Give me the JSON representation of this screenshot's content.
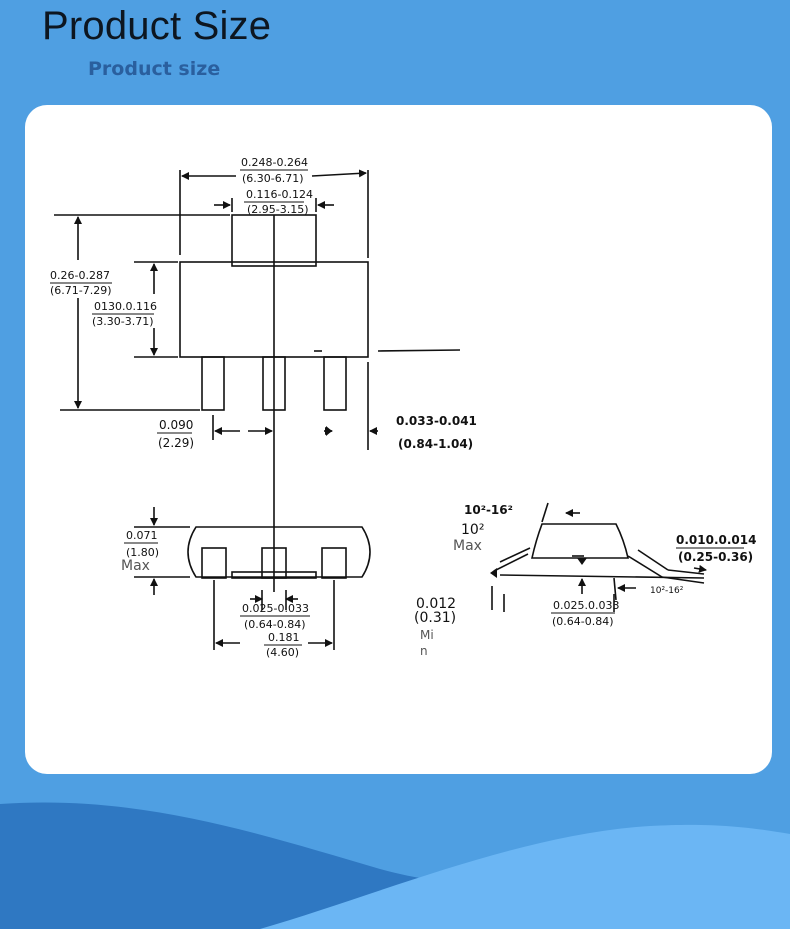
{
  "header": {
    "title": "Product Size",
    "subtitle": "Product size"
  },
  "colors": {
    "background": "#4f9fe2",
    "card": "#ffffff",
    "wave_dark": "#2f78c2",
    "wave_light": "#6bb6f4"
  },
  "front_view": {
    "overall_width_in": "0.248-0.264",
    "overall_width_mm": "(6.30-6.71)",
    "tab_width_in": "0.116-0.124",
    "tab_width_mm": "(2.95-3.15)",
    "overall_height_in": "0.26-0.287",
    "overall_height_mm": "(6.71-7.29)",
    "body_height_in": "0130.0.116",
    "body_height_mm": "(3.30-3.71)",
    "pitch_in": "0.090",
    "pitch_mm": "(2.29)",
    "lead_width_in": "0.033-0.041",
    "lead_width_mm": "(0.84-1.04)"
  },
  "bottom_view": {
    "height_in": "0.071",
    "height_mm": "(1.80)",
    "height_note": "Max",
    "lead_in": "0.025-0.033",
    "lead_mm": "(0.64-0.84)",
    "span_in": "0.181",
    "span_mm": "(4.60)"
  },
  "side_view": {
    "angle_top": "10²-16²",
    "angle_left": "10²",
    "angle_left_note": "Max",
    "thickness_in": "0.010.0.014",
    "thickness_mm": "(0.25-0.36)",
    "angle_right": "10²-16²",
    "lead_in": "0.025.0.033",
    "lead_mm": "(0.64-0.84)",
    "standoff_in": "0.012",
    "standoff_mm": "(0.31)",
    "standoff_note_1": "Mi",
    "standoff_note_2": "n"
  }
}
